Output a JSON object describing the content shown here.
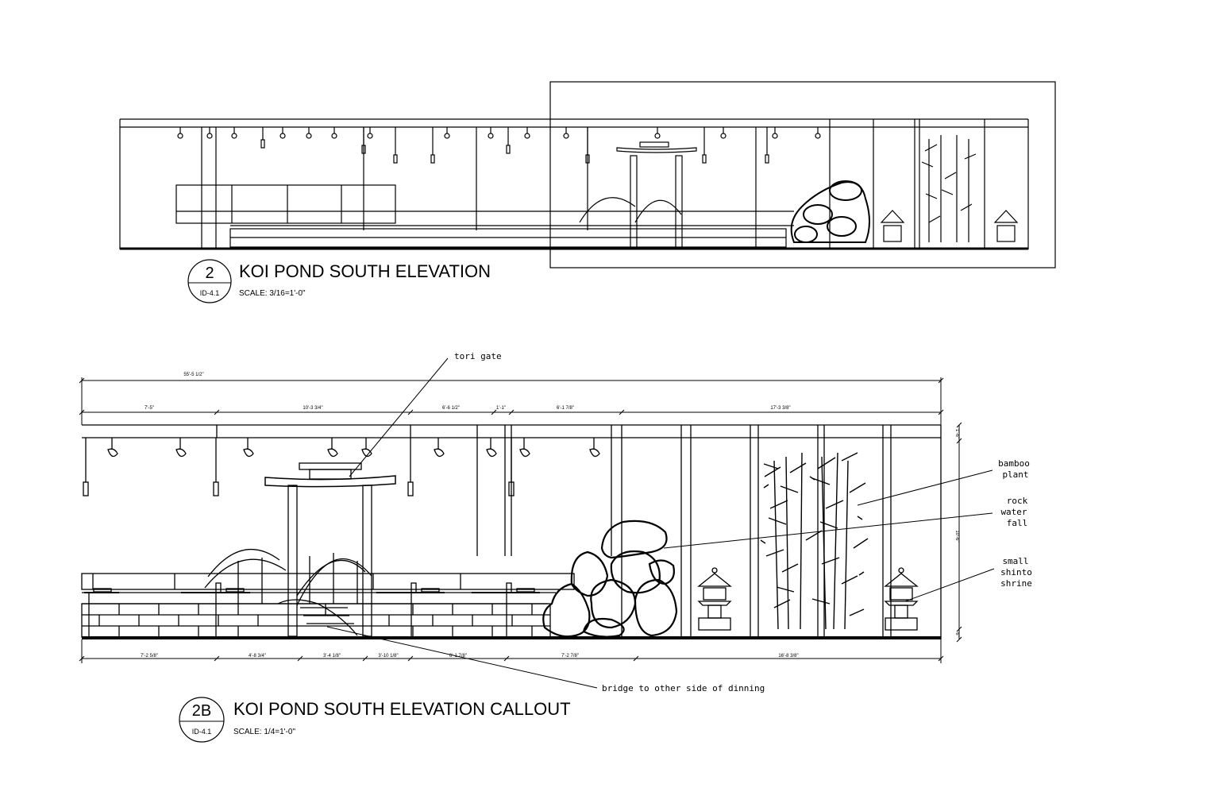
{
  "drawing_top": {
    "number": "2",
    "sheet": "ID-4.1",
    "title": "KOI POND SOUTH ELEVATION",
    "scale": "SCALE: 3/16=1'-0\""
  },
  "drawing_callout": {
    "number": "2B",
    "sheet": "ID-4.1",
    "title": "KOI POND SOUTH ELEVATION CALLOUT",
    "scale": "SCALE: 1/4=1'-0\""
  },
  "annotations": {
    "tori_gate": "tori gate",
    "bamboo_1": "bamboo",
    "bamboo_2": "plant",
    "rock_1": "rock",
    "rock_2": "water",
    "rock_3": "fall",
    "shrine_1": "small",
    "shrine_2": "shinto",
    "shrine_3": "shrine",
    "bridge": "bridge to other side of dinning"
  },
  "dimensions": {
    "overall": "55'-5 1/2\"",
    "top": [
      "7'-5\"",
      "10'-3 3/4\"",
      "6'-6 1/2\"",
      "1'-1\"",
      "6'-1 7/8\"",
      "17'-3 3/8\""
    ],
    "bottom": [
      "7'-2 5/8\"",
      "4'-8 3/4\"",
      "3'-4 1/8\"",
      "3'-10 1/8\"",
      "6'-1 7/8\"",
      "7'-2 7/8\"",
      "16'-8 3/8\""
    ],
    "right": [
      "1'-6\"",
      "10'-6\"",
      "6\""
    ]
  }
}
